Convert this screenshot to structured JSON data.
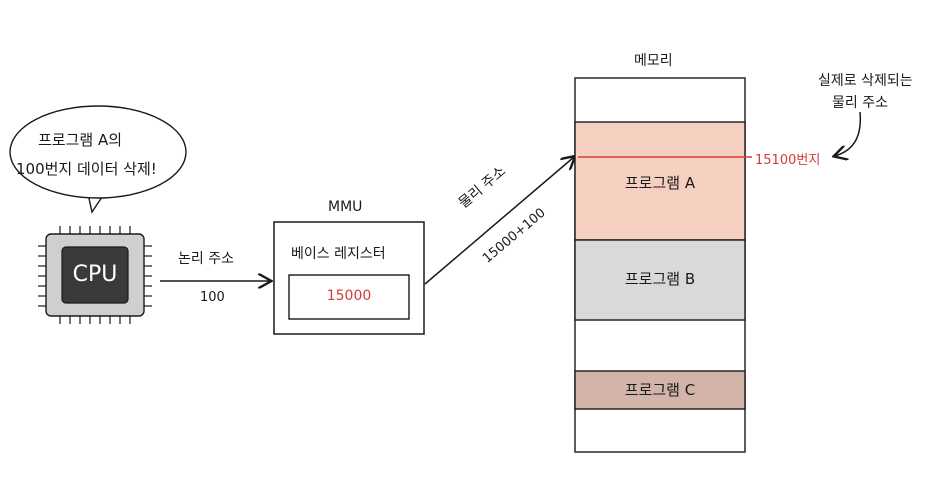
{
  "speech": {
    "line1": "프로그램 A의",
    "line2": "100번지 데이터 삭제!"
  },
  "cpu": {
    "label": "CPU"
  },
  "logical": {
    "label": "논리 주소",
    "value": "100"
  },
  "mmu": {
    "title": "MMU",
    "register_label": "베이스 레지스터",
    "register_value": "15000"
  },
  "physical": {
    "label": "물리 주소",
    "value": "15000+100"
  },
  "memory": {
    "title": "메모리",
    "segments": [
      {
        "label": "프로그램 A",
        "color": "#f5d0c0"
      },
      {
        "label": "프로그램 B",
        "color": "#d9d9d9"
      },
      {
        "label": "프로그램 C",
        "color": "#d2b5a8"
      }
    ],
    "address_marker": "15100번지"
  },
  "note": {
    "line1": "실제로 삭제되는",
    "line2": "물리 주소"
  },
  "colors": {
    "accent_red": "#d63a3a",
    "ink": "#1a1a1a",
    "cpu_dark": "#3a3a3a",
    "cpu_body": "#cfcfcf"
  }
}
